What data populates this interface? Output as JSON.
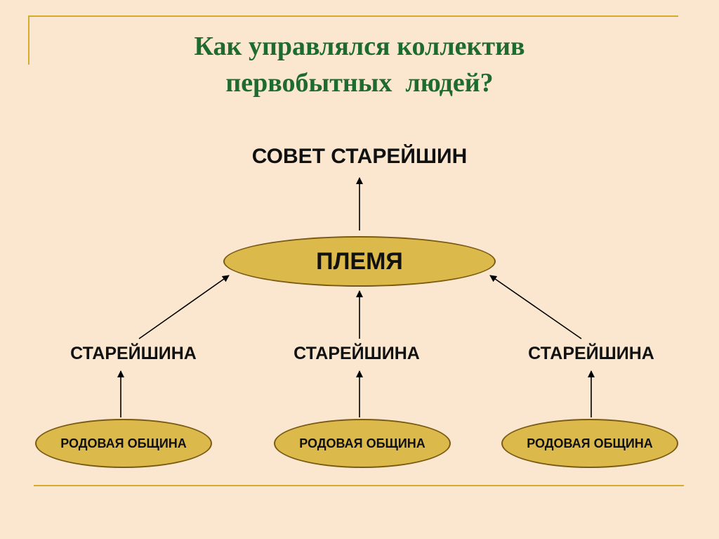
{
  "title": {
    "line1": "Как управлялся коллектив",
    "line2": "первобытных  людей?"
  },
  "diagram": {
    "council": "СОВЕТ СТАРЕЙШИН",
    "tribe": "ПЛЕМЯ",
    "elders": [
      "СТАРЕЙШИНА",
      "СТАРЕЙШИНА",
      "СТАРЕЙШИНА"
    ],
    "communities": [
      "РОДОВАЯ ОБЩИНА",
      "РОДОВАЯ ОБЩИНА",
      "РОДОВАЯ ОБЩИНА"
    ]
  },
  "colors": {
    "background": "#fbe7cf",
    "title_text": "#1d6b2f",
    "frame_lines": "#d4ad2c",
    "oval_fill": "#dcb94b",
    "oval_border": "#7a5a14",
    "arrows": "#000000"
  }
}
